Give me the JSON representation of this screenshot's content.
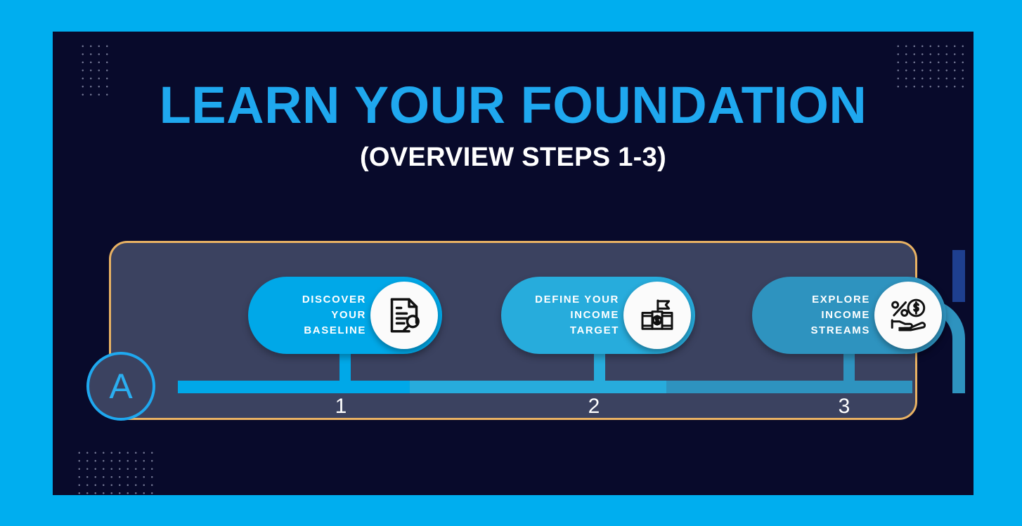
{
  "slide": {
    "title": "LEARN YOUR FOUNDATION",
    "subtitle": "(OVERVIEW STEPS 1-3)",
    "background_color": "#00AEEF",
    "panel_color": "#080A2B",
    "title_color": "#1FA8EF",
    "subtitle_color": "#FFFFFF"
  },
  "card": {
    "border_color": "#E9B263",
    "fill_color": "#3B4260",
    "marker": {
      "label": "A",
      "color": "#2BAEF0"
    }
  },
  "timeline": {
    "segments": [
      {
        "color": "#00A8E8"
      },
      {
        "color": "#27ACDC"
      },
      {
        "color": "#2E93BF"
      }
    ],
    "terminal_color": "#1E3F8F",
    "step_numbers": [
      "1",
      "2",
      "3"
    ]
  },
  "steps": [
    {
      "number": "1",
      "line1": "DISCOVER",
      "line2": "YOUR",
      "line3": "BASELINE",
      "icon": "document-magnifier-icon",
      "color": "#00A8E8"
    },
    {
      "number": "2",
      "line1": "DEFINE YOUR",
      "line2": "INCOME",
      "line3": "TARGET",
      "icon": "money-stack-flag-icon",
      "color": "#27ACDC"
    },
    {
      "number": "3",
      "line1": "EXPLORE",
      "line2": "INCOME",
      "line3": "STREAMS",
      "icon": "hand-percent-dollar-icon",
      "color": "#2E93BF"
    }
  ],
  "decorations": {
    "dot_grid_color": "#c9cfe8"
  }
}
